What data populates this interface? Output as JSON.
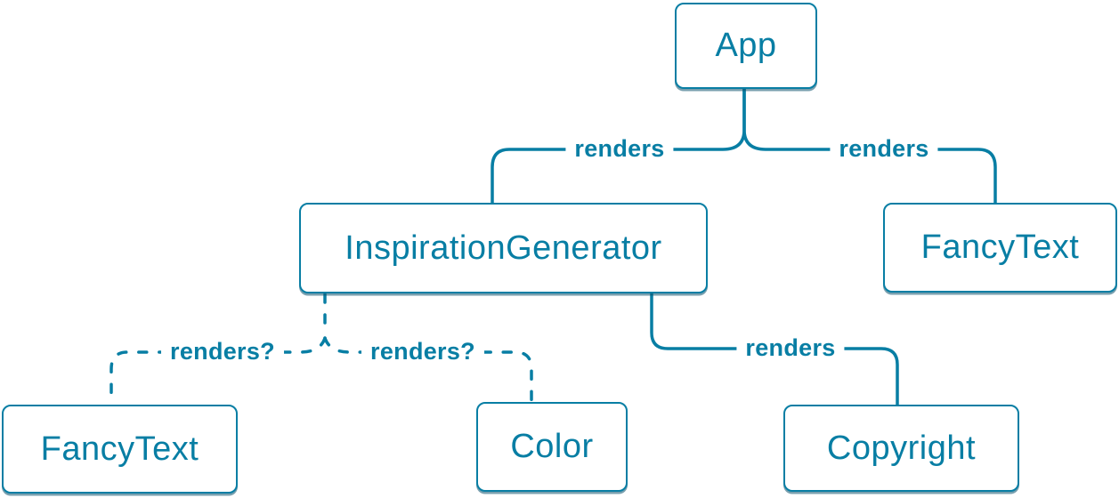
{
  "diagram": {
    "kind": "component-render-tree",
    "colors": {
      "stroke": "#087ea4",
      "node_border": "#087ea4",
      "node_fill": "#ffffff",
      "node_text": "#087ea4",
      "edge_label_text": "#087ea4",
      "node_shadow": "#0c526d"
    },
    "nodes": [
      {
        "id": "app",
        "label": "App"
      },
      {
        "id": "inspiration-generator",
        "label": "InspirationGenerator"
      },
      {
        "id": "fancy-text-top",
        "label": "FancyText"
      },
      {
        "id": "fancy-text-bottom",
        "label": "FancyText"
      },
      {
        "id": "color",
        "label": "Color"
      },
      {
        "id": "copyright",
        "label": "Copyright"
      }
    ],
    "edges": [
      {
        "from": "app",
        "to": "inspiration-generator",
        "label": "renders",
        "style": "solid"
      },
      {
        "from": "app",
        "to": "fancy-text-top",
        "label": "renders",
        "style": "solid"
      },
      {
        "from": "inspiration-generator",
        "to": "fancy-text-bottom",
        "label": "renders?",
        "style": "dashed"
      },
      {
        "from": "inspiration-generator",
        "to": "color",
        "label": "renders?",
        "style": "dashed"
      },
      {
        "from": "inspiration-generator",
        "to": "copyright",
        "label": "renders",
        "style": "solid"
      }
    ]
  }
}
